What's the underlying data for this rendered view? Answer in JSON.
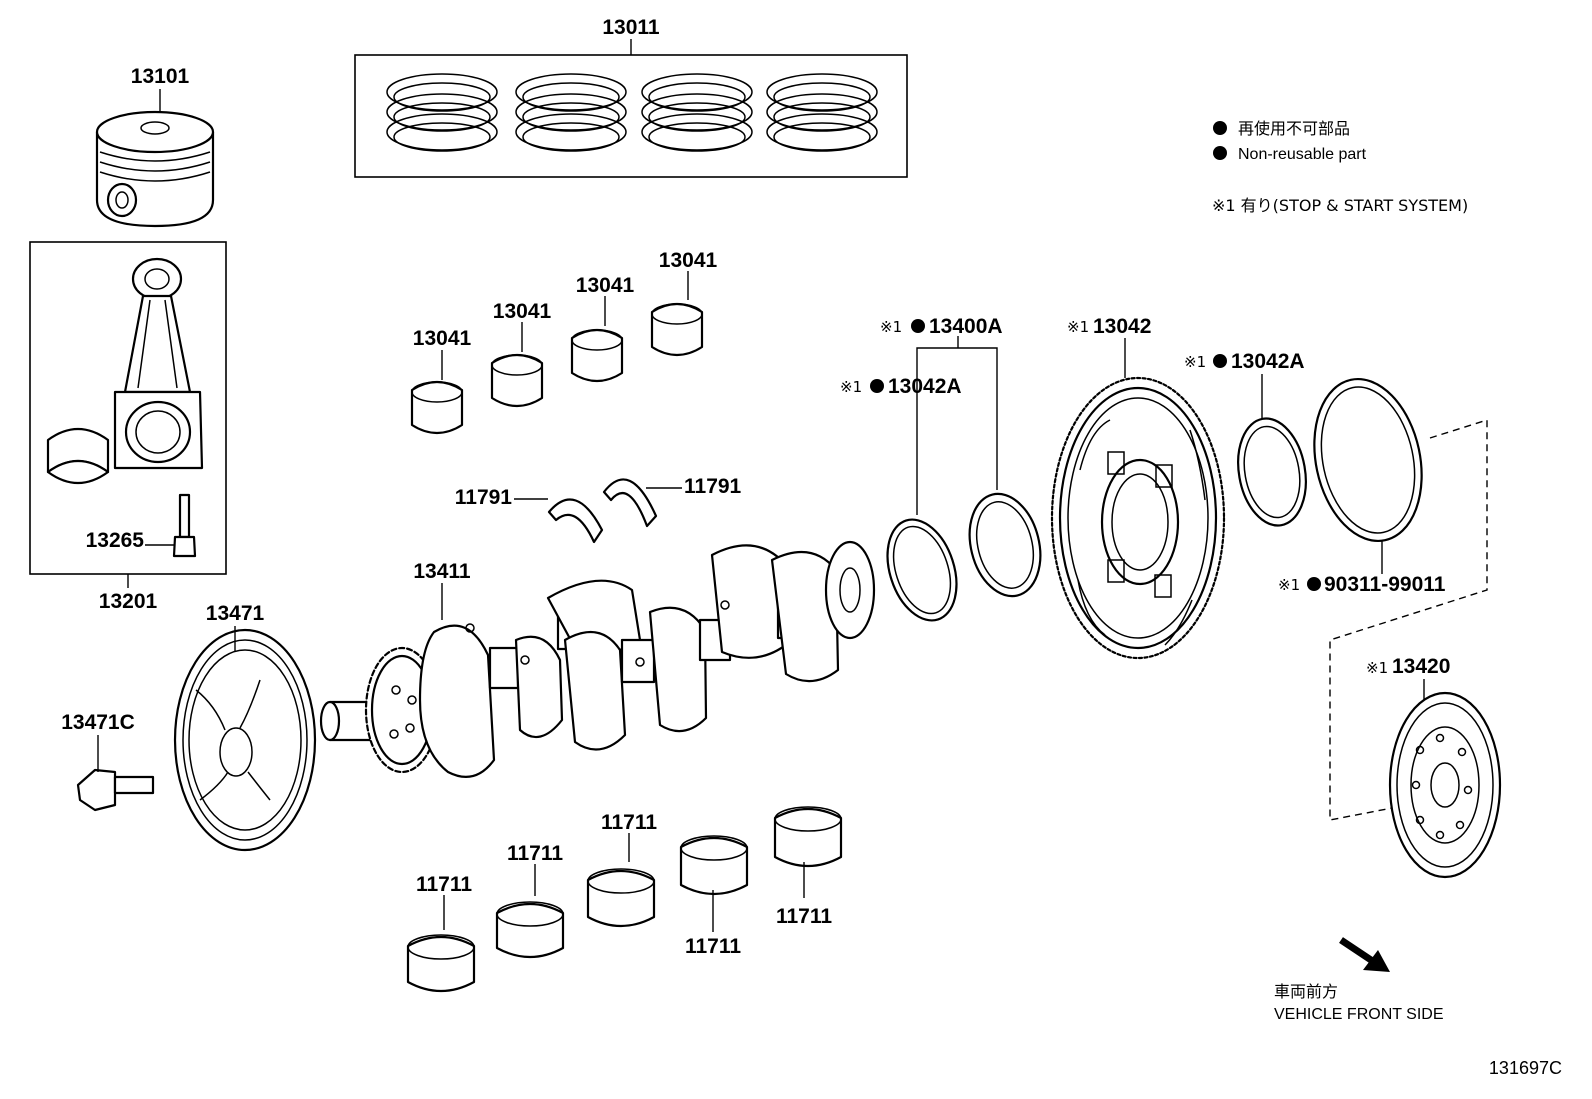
{
  "legend": {
    "line1": "再使用不可部品",
    "line2": "Non-reusable part",
    "footnote": "※1 有り(STOP & START SYSTEM)"
  },
  "direction": {
    "line1": "車両前方",
    "line2": "VEHICLE FRONT SIDE"
  },
  "diagram_code": "131697C",
  "marks": {
    "note_mark": "※1"
  },
  "labels": {
    "piston": "13101",
    "ring_set": "13011",
    "conrod_assy": "13201",
    "conrod_bolt": "13265",
    "pulley": "13471",
    "pulley_bolt": "13471C",
    "crankshaft": "13411",
    "conrod_bearing_1": "13041",
    "conrod_bearing_2": "13041",
    "conrod_bearing_3": "13041",
    "conrod_bearing_4": "13041",
    "thrust_washer_left": "11791",
    "thrust_washer_right": "11791",
    "main_bearing_1": "11711",
    "main_bearing_2": "11711",
    "main_bearing_3": "11711",
    "main_bearing_4": "11711",
    "main_bearing_5": "11711",
    "gear_set": "13400A",
    "gear_ring_left": "13042A",
    "ring_gear": "13042",
    "gear_ring_right": "13042A",
    "oil_seal": "90311-99011",
    "damper": "13420"
  }
}
